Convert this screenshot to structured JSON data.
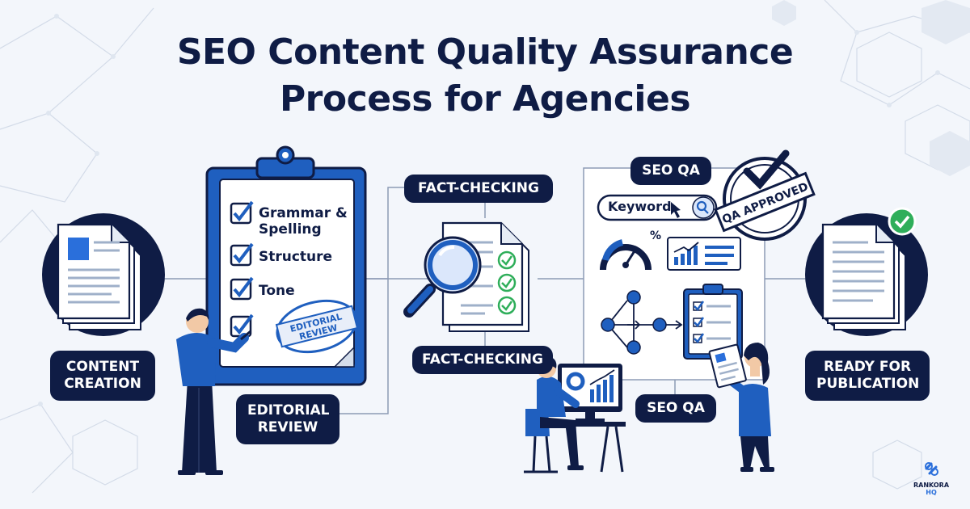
{
  "title": {
    "line1": "SEO Content Quality Assurance",
    "line2": "Process for Agencies"
  },
  "stages": {
    "content_creation": [
      "CONTENT",
      "CREATION"
    ],
    "editorial_review": [
      "EDITORIAL",
      "REVIEW"
    ],
    "fact_checking_top": "FACT-CHECKING",
    "fact_checking_bottom": "FACT-CHECKING",
    "seo_qa_top": "SEO QA",
    "seo_qa_bottom": "SEO QA",
    "ready": [
      "READY FOR",
      "PUBLICATION"
    ]
  },
  "checklist": {
    "items": [
      "Grammar &",
      "Spelling",
      "Structure",
      "Tone"
    ]
  },
  "stamps": {
    "editorial_line1": "EDITORIAL",
    "editorial_line2": "REVIEW",
    "qa_approved": "QA APPROVED"
  },
  "seo_tools": {
    "keyword_label": "Keyword",
    "percent_symbol": "%"
  },
  "brand": {
    "name": "RANKORA",
    "suffix": "HQ"
  },
  "colors": {
    "navy": "#0f1c45",
    "blue": "#1f5fbf",
    "accent_blue": "#2a6fdb",
    "green": "#2fae5a",
    "background": "#f3f6fb"
  }
}
